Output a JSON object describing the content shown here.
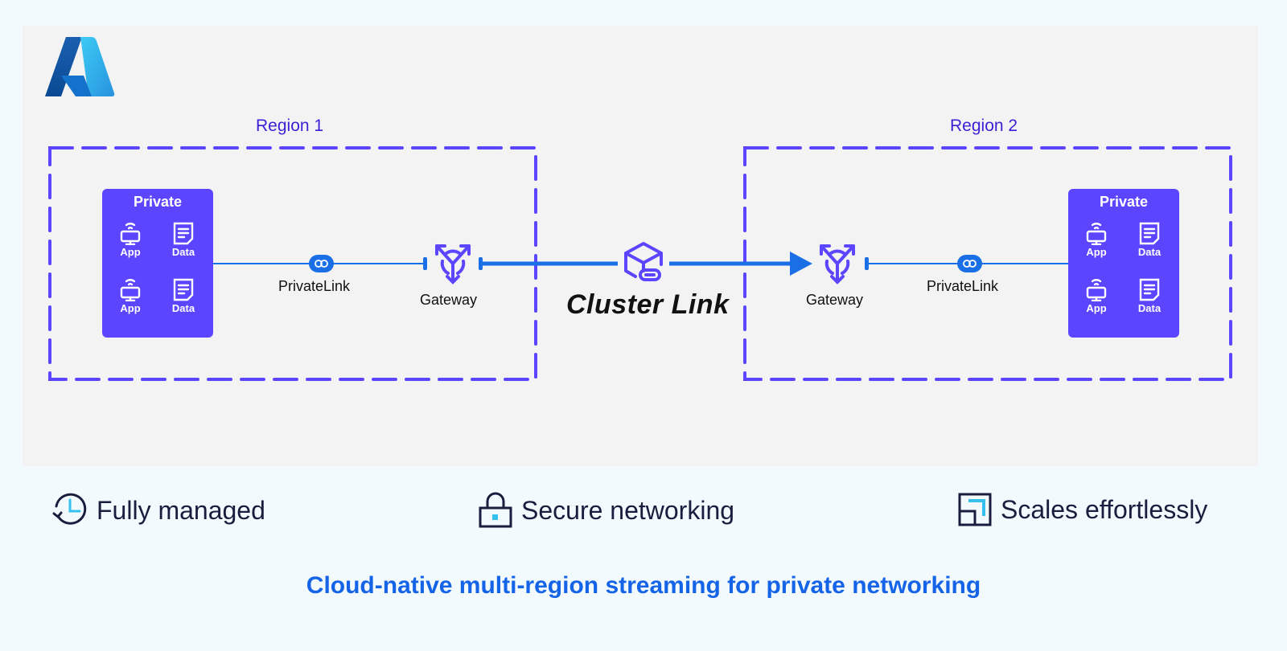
{
  "logo": {
    "name": "azure-logo"
  },
  "regions": [
    {
      "label": "Region 1"
    },
    {
      "label": "Region 2"
    }
  ],
  "private_boxes": [
    {
      "title": "Private",
      "cells": [
        {
          "label": "App",
          "icon": "monitor-wifi-icon"
        },
        {
          "label": "Data",
          "icon": "document-icon"
        },
        {
          "label": "App",
          "icon": "monitor-wifi-icon"
        },
        {
          "label": "Data",
          "icon": "document-icon"
        }
      ]
    },
    {
      "title": "Private",
      "cells": [
        {
          "label": "App",
          "icon": "monitor-wifi-icon"
        },
        {
          "label": "Data",
          "icon": "document-icon"
        },
        {
          "label": "App",
          "icon": "monitor-wifi-icon"
        },
        {
          "label": "Data",
          "icon": "document-icon"
        }
      ]
    }
  ],
  "connections": {
    "privatelink_left": "PrivateLink",
    "gateway_left": "Gateway",
    "cluster_link": "Cluster Link",
    "gateway_right": "Gateway",
    "privatelink_right": "PrivateLink"
  },
  "features": [
    {
      "label": "Fully managed",
      "icon": "clock-refresh-icon"
    },
    {
      "label": "Secure networking",
      "icon": "lock-icon"
    },
    {
      "label": "Scales effortlessly",
      "icon": "scale-squares-icon"
    }
  ],
  "tagline": "Cloud-native multi-region streaming for private networking",
  "colors": {
    "region_purple": "#5c45ff",
    "region_label": "#3c1fd6",
    "link_blue": "#1a6ee6",
    "tagline_blue": "#1564e8",
    "panel_bg": "#f3f3f3",
    "page_bg": "#f3fafe"
  }
}
